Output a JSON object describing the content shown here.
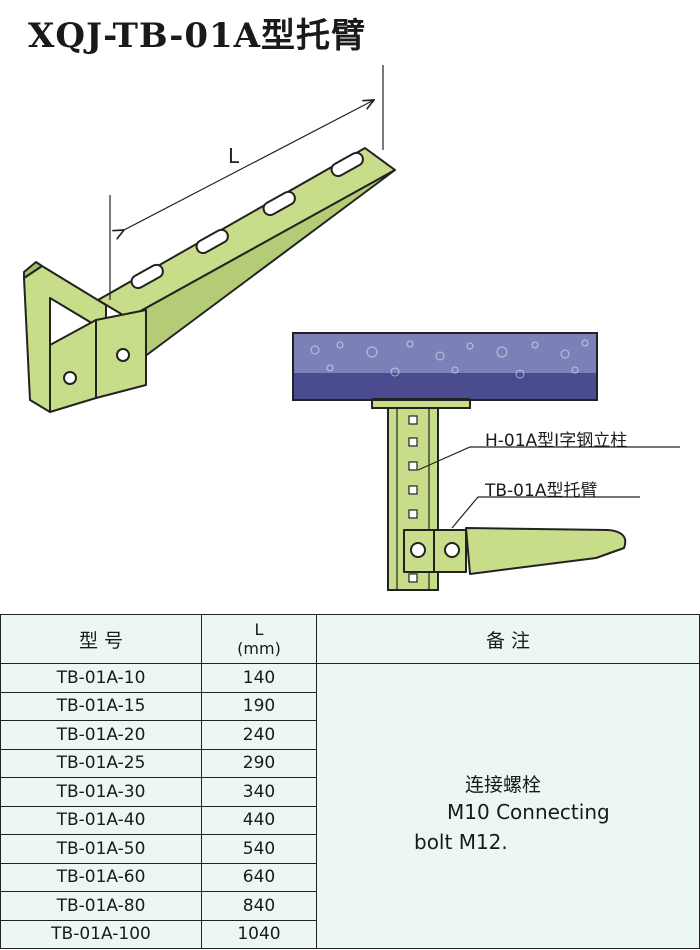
{
  "title": "XQJ-TB-01A型托臂",
  "drawing": {
    "dimension_label": "L",
    "callout_column": "H-01A型I字钢立柱",
    "callout_arm": "TB-01A型托臂"
  },
  "colors": {
    "arm_fill": "#c7dd8a",
    "outline": "#222222",
    "tray_fill": "#4a4c8f",
    "table_bg": "#ecf7f3"
  },
  "table": {
    "headers": {
      "model": "型 号",
      "length_label": "L",
      "length_unit": "(mm)",
      "remarks": "备 注"
    },
    "rows": [
      {
        "model": "TB-01A-10",
        "length": "140"
      },
      {
        "model": "TB-01A-15",
        "length": "190"
      },
      {
        "model": "TB-01A-20",
        "length": "240"
      },
      {
        "model": "TB-01A-25",
        "length": "290"
      },
      {
        "model": "TB-01A-30",
        "length": "340"
      },
      {
        "model": "TB-01A-40",
        "length": "440"
      },
      {
        "model": "TB-01A-50",
        "length": "540"
      },
      {
        "model": "TB-01A-60",
        "length": "640"
      },
      {
        "model": "TB-01A-80",
        "length": "840"
      },
      {
        "model": "TB-01A-100",
        "length": "1040"
      }
    ],
    "remarks": {
      "cn": "连接螺栓",
      "en_line1": "M10 Connecting",
      "en_line2": "bolt M12."
    }
  }
}
